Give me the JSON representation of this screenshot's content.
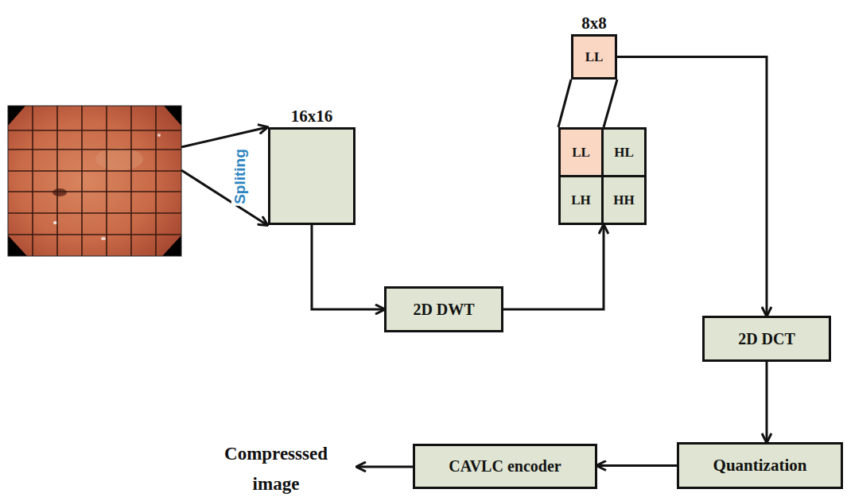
{
  "diagram": {
    "nodes": [
      {
        "text": [
          "16x16"
        ]
      },
      {
        "text": [
          "8x8",
          "LL"
        ]
      },
      {
        "text": [
          "LL"
        ]
      },
      {
        "text": [
          "HL"
        ]
      },
      {
        "text": [
          "LH"
        ]
      },
      {
        "text": [
          "HH"
        ]
      },
      {
        "text": [
          "2D DWT"
        ]
      },
      {
        "text": [
          "2D DCT"
        ]
      },
      {
        "text": [
          "Quantization"
        ]
      },
      {
        "text": [
          "CAVLC encoder"
        ]
      }
    ],
    "edges": [
      {
        "from": 0,
        "to": 6,
        "arrow": "to"
      },
      {
        "from": 6,
        "to": 4,
        "arrow": "to"
      },
      {
        "from": 2,
        "to": 1,
        "arrow": "none"
      },
      {
        "from": 1,
        "to": 7,
        "arrow": "to"
      },
      {
        "from": 7,
        "to": 8,
        "arrow": "to"
      },
      {
        "from": 8,
        "to": 9,
        "arrow": "to"
      }
    ],
    "labels": [
      "Spliting",
      "Compresssed image"
    ]
  }
}
